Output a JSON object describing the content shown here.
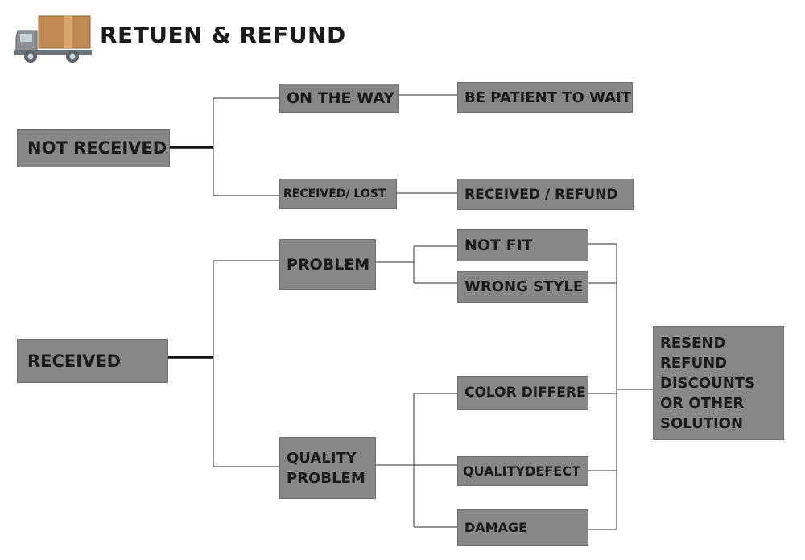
{
  "header": {
    "title": "RETUEN & REFUND",
    "logo_icon": "truck-icon"
  },
  "colors": {
    "box_fill": "#878787",
    "box_text": "#1b1b1b",
    "connector": "#555555",
    "truck_body": "#8b9196",
    "truck_cargo": "#c08a55"
  },
  "diagram": {
    "not_received": {
      "label": "NOT RECEIVED",
      "on_the_way": "ON THE WAY",
      "be_patient": "BE PATIENT TO WAIT",
      "received_lost": "RECEIVED/ LOST",
      "received_refund": "RECEIVED / REFUND"
    },
    "received": {
      "label": "RECEIVED",
      "problem": "PROBLEM",
      "not_fit": "NOT FIT",
      "wrong_style": "WRONG STYLE",
      "quality_problem": "QUALITY\nPROBLEM",
      "color_differe": "COLOR DIFFERE",
      "quality_defect": "QUALITYDEFECT",
      "damage": "DAMAGE"
    },
    "solution": "RESEND\nREFUND\nDISCOUNTS\nOR OTHER\nSOLUTION"
  }
}
